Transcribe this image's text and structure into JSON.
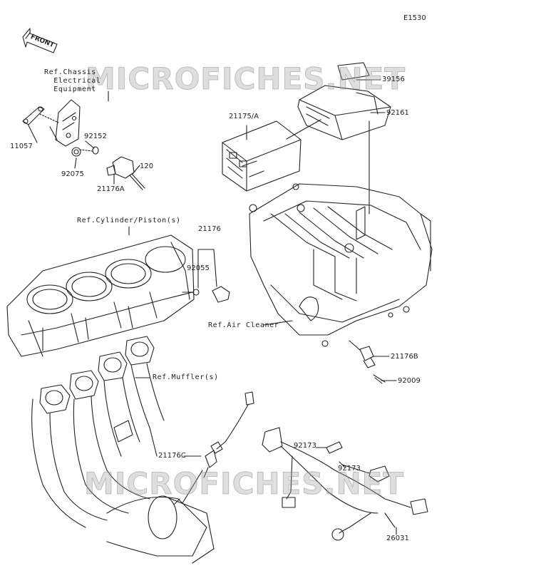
{
  "diagram_code": "E1530",
  "watermark": "MICROFICHES.NET",
  "front_arrow_label": "FRONT",
  "refs": {
    "chassis": "Ref.Chassis\n  Electrical\n  Equipment",
    "cylinder": "Ref.Cylinder/Piston(s)",
    "air_cleaner": "Ref.Air Cleaner",
    "muffler": "Ref.Muffler(s)"
  },
  "parts": {
    "p39156": "39156",
    "p92161": "92161",
    "p21175A": "21175/A",
    "p11057": "11057",
    "p92152": "92152",
    "p92075": "92075",
    "p120": "120",
    "p21176A": "21176A",
    "p21176": "21176",
    "p92055": "92055",
    "p21176B": "21176B",
    "p92009": "92009",
    "p21176C": "21176C",
    "p92173a": "92173",
    "p92173b": "92173",
    "p26031": "26031"
  },
  "colors": {
    "line": "#222222",
    "watermark": "#a0a0a0"
  }
}
